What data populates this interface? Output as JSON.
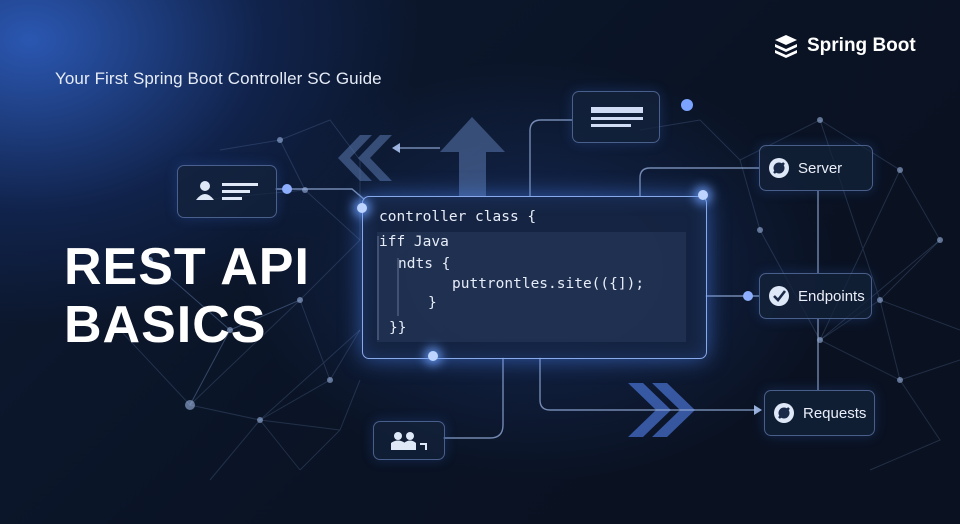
{
  "header": {
    "subtitle": "Your First Spring Boot Controller SC Guide",
    "brand_name": "Spring Boot"
  },
  "hero": {
    "title_line1": "REST API",
    "title_line2": "BASICS"
  },
  "code_panel": {
    "lines": [
      "controller class {",
      "iff Java",
      "ndts {",
      "puttrontles.site(({]);",
      "}",
      "}}"
    ]
  },
  "nodes": {
    "server": {
      "label": "Server",
      "icon": "no-entry-icon"
    },
    "endpoints": {
      "label": "Endpoints",
      "icon": "check-icon"
    },
    "requests": {
      "label": "Requests",
      "icon": "no-entry-icon"
    }
  },
  "colors": {
    "background": "#0a1221",
    "accent_blue": "#4f86ff",
    "glow": "#bcd4ff",
    "text": "#ffffff"
  }
}
